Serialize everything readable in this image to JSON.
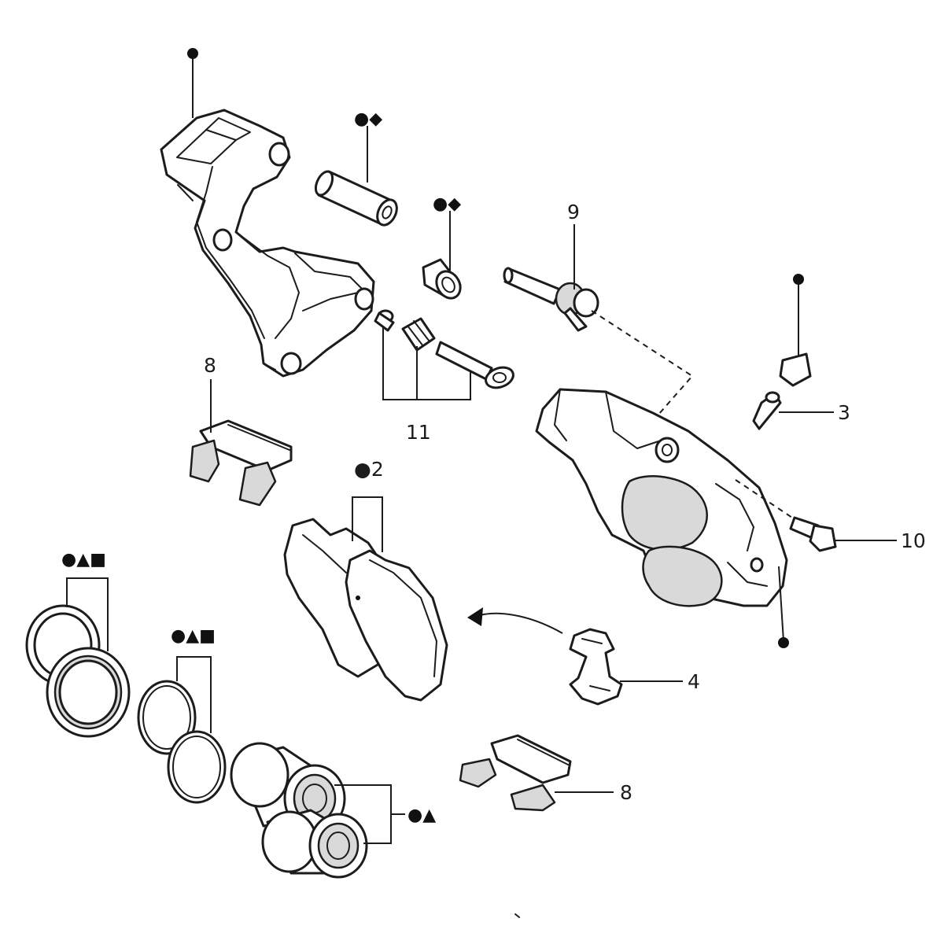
{
  "callouts": {
    "c2": "●2",
    "c3": "3",
    "c4": "4",
    "c8a": "8",
    "c8b": "8",
    "c9": "9",
    "c10": "10",
    "c11": "11",
    "sym_sleeve": "●◆",
    "sym_boot": "●◆",
    "sym_seals_outer": "●▲■",
    "sym_seals_inner": "●▲■",
    "sym_pistons": "●▲"
  },
  "colors": {
    "line": "#1c1c1c",
    "shade": "#d9d9d9",
    "background": "#ffffff"
  }
}
